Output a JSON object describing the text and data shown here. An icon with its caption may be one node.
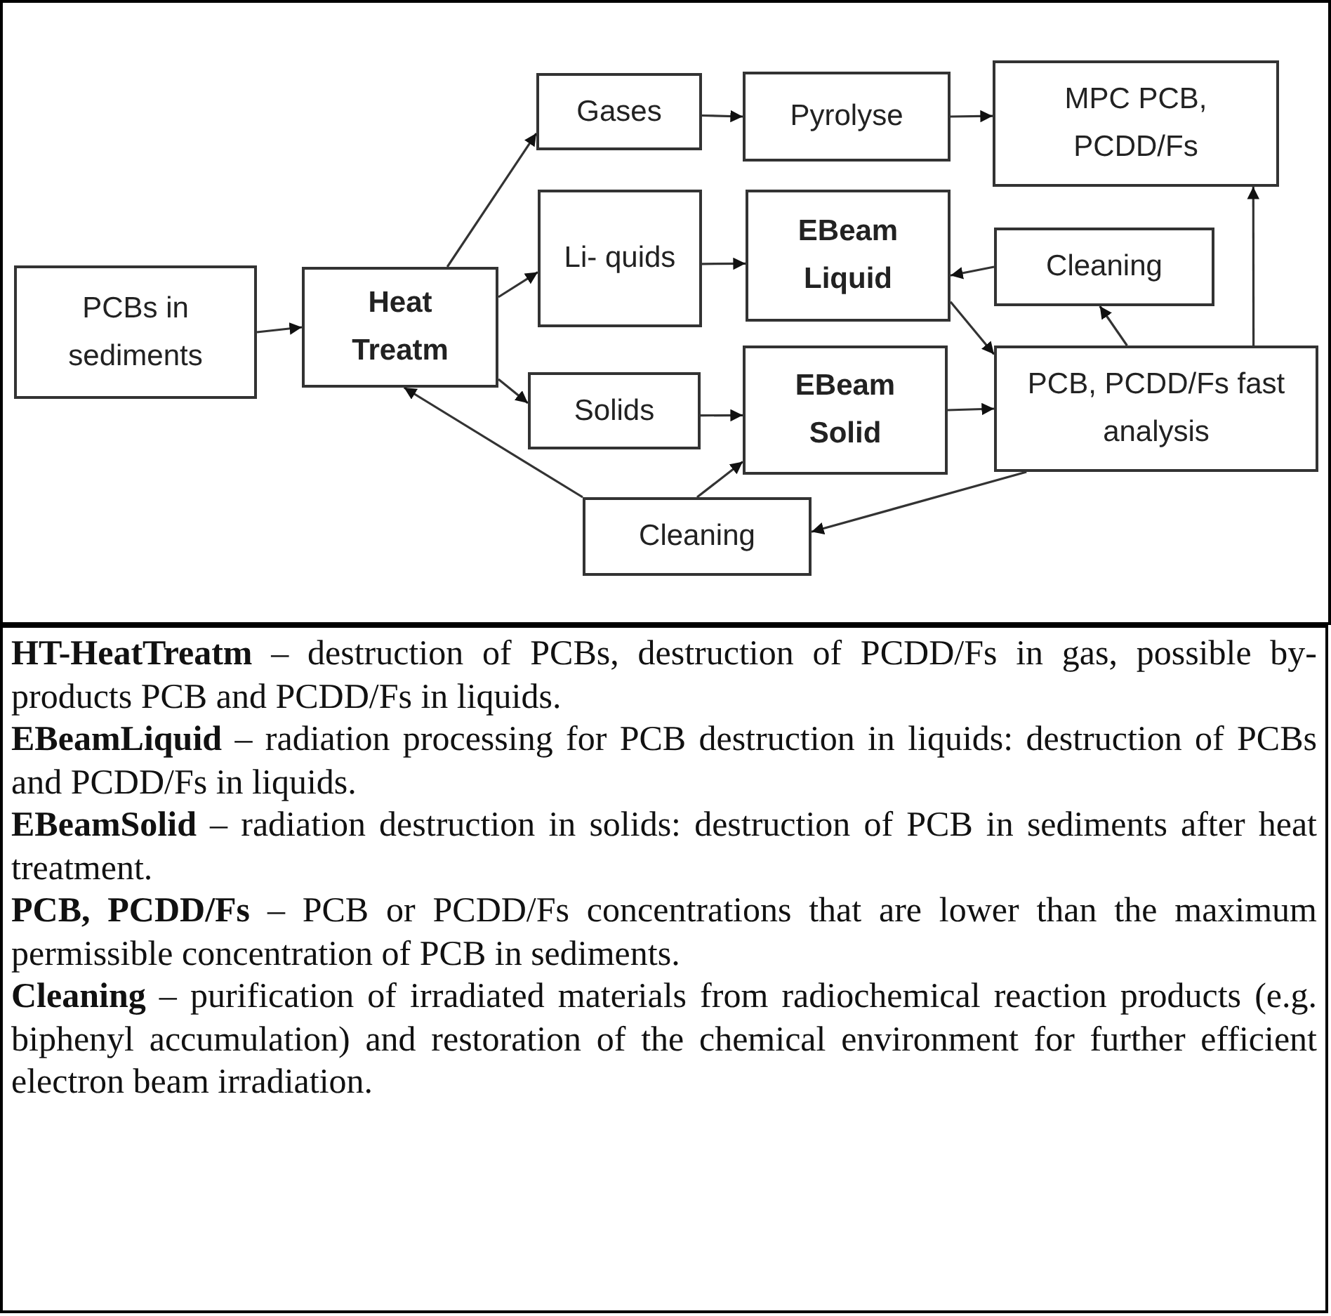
{
  "diagram": {
    "nodes": [
      {
        "text": [
          "PCBs in sediments"
        ]
      },
      {
        "text": [
          "Heat Treatm"
        ]
      },
      {
        "text": [
          "Gases"
        ]
      },
      {
        "text": [
          "Pyrolyse"
        ]
      },
      {
        "text": [
          "MPC PCB, PCDD/Fs"
        ]
      },
      {
        "text": [
          "Li- quids"
        ]
      },
      {
        "text": [
          "EBeam Liquid"
        ]
      },
      {
        "text": [
          "Cleaning"
        ]
      },
      {
        "text": [
          "Solids"
        ]
      },
      {
        "text": [
          "EBeam Solid"
        ]
      },
      {
        "text": [
          "PCB, PCDD/Fs fast analysis"
        ]
      },
      {
        "text": [
          "Cleaning"
        ]
      }
    ],
    "edges": [
      {
        "from": 0,
        "to": 1,
        "arrow": "to"
      },
      {
        "from": 1,
        "to": 2,
        "arrow": "to"
      },
      {
        "from": 1,
        "to": 5,
        "arrow": "to"
      },
      {
        "from": 1,
        "to": 8,
        "arrow": "to"
      },
      {
        "from": 2,
        "to": 3,
        "arrow": "to"
      },
      {
        "from": 3,
        "to": 4,
        "arrow": "to"
      },
      {
        "from": 5,
        "to": 6,
        "arrow": "to"
      },
      {
        "from": 7,
        "to": 6,
        "arrow": "to"
      },
      {
        "from": 6,
        "to": 10,
        "arrow": "to"
      },
      {
        "from": 10,
        "to": 7,
        "arrow": "to"
      },
      {
        "from": 10,
        "to": 4,
        "arrow": "to"
      },
      {
        "from": 8,
        "to": 9,
        "arrow": "to"
      },
      {
        "from": 9,
        "to": 10,
        "arrow": "to"
      },
      {
        "from": 10,
        "to": 11,
        "arrow": "to"
      },
      {
        "from": 11,
        "to": 9,
        "arrow": "to"
      },
      {
        "from": 11,
        "to": 1,
        "arrow": "to"
      }
    ],
    "labels": [
      "**HT-HeatTreatm** – destruction of PCBs, destruction of PCDD/Fs in gas, possible by-products PCB and PCDD/Fs in liquids.",
      "**EBeamLiquid** – radiation processing for PCB destruction in liquids: destruction of PCBs and PCDD/Fs in liquids.",
      "**EBeamSolid** – radiation destruction in solids: destruction of PCB in sediments after heat treatment.",
      "**PCB, PCDD/Fs** – PCB or PCDD/Fs concentrations that are lower than the maximum permissible concentration of PCB in sediments.",
      "**Cleaning** – purification of irradiated materials from radiochemical reaction products (e.g. biphenyl accumulation) and restoration of the chemical environment for further efficient electron beam irradiation."
    ]
  }
}
